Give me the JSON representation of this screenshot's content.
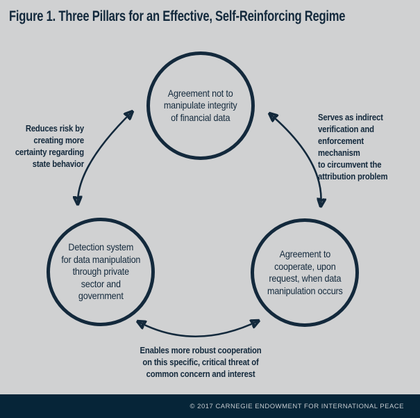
{
  "title": "Figure 1. Three Pillars for an Effective, Self-Reinforcing Regime",
  "nodes": {
    "top": "Agreement not to\nmanipulate integrity\nof financial data",
    "bottom_left": "Detection system\nfor data manipulation\nthrough private\nsector and\ngovernment",
    "bottom_right": "Agreement to\ncooperate, upon\nrequest, when data\nmanipulation occurs"
  },
  "edge_labels": {
    "left": "Reduces risk by\ncreating more\ncertainty regarding\nstate behavior",
    "right": "Serves as indirect\nverification and\nenforcement mechanism\nto circumvent the\nattribution problem",
    "bottom": "Enables more robust cooperation\non this specific, critical threat of\ncommon concern and interest"
  },
  "footer": {
    "copyright": "© 2017 CARNEGIE ENDOWMENT FOR INTERNATIONAL PEACE"
  },
  "colors": {
    "background": "#d0d1d2",
    "navy": "#13293c",
    "footer_background": "#062538",
    "footer_text": "#c6cbd0"
  }
}
